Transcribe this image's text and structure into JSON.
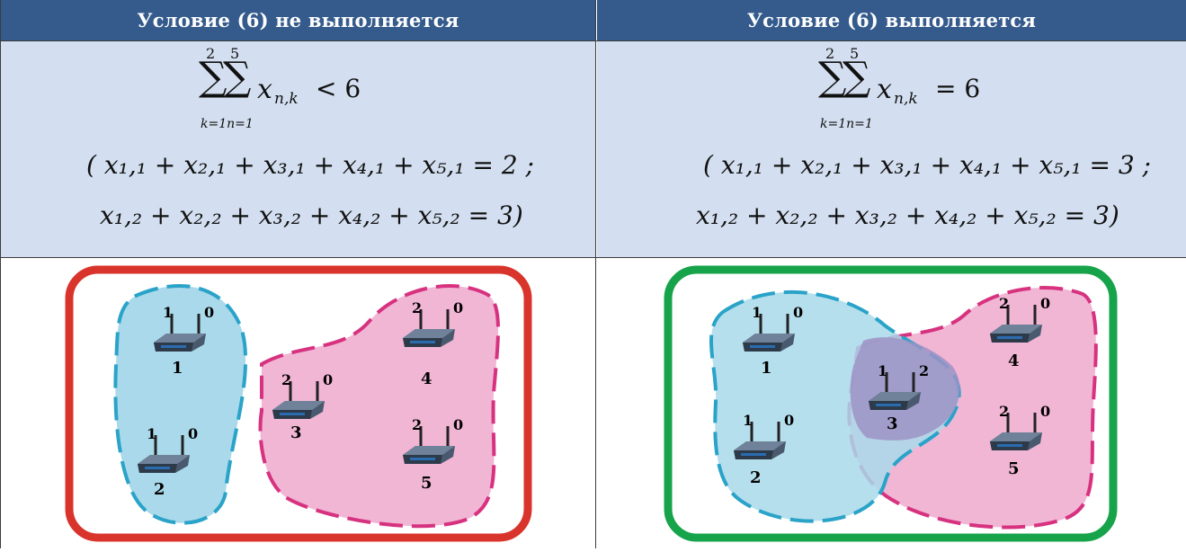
{
  "headers": {
    "left": "Условие (6) не выполняется",
    "right": "Условие (6) выполняется"
  },
  "left": {
    "sum_top_outer": "2",
    "sum_top_inner": "5",
    "sum_bottom": "k=1n=1",
    "sum_expr": "x",
    "sum_sub": "n,k",
    "relation": "< 6",
    "line1": "( x₁,₁ + x₂,₁ + x₃,₁ + x₄,₁ + x₅,₁ = 2 ;",
    "line2": "x₁,₂ + x₂,₂ + x₃,₂ + x₄,₂ + x₅,₂ = 3)"
  },
  "right": {
    "sum_top_outer": "2",
    "sum_top_inner": "5",
    "sum_bottom": "k=1n=1",
    "sum_expr": "x",
    "sum_sub": "n,k",
    "relation": "= 6",
    "line1": "( x₁,₁ + x₂,₁ + x₃,₁ + x₄,₁ + x₅,₁ = 3 ;",
    "line2": "x₁,₂ + x₂,₂ + x₃,₂ + x₄,₂ + x₅,₂ = 3)"
  },
  "diagram_left": {
    "frame_color": "#d9342b",
    "group1_color": "#2aa3c9",
    "group2_color": "#d7327f",
    "nodes": [
      {
        "id": "1",
        "left_label": "1",
        "right_label": "0"
      },
      {
        "id": "2",
        "left_label": "1",
        "right_label": "0"
      },
      {
        "id": "3",
        "left_label": "2",
        "right_label": "0"
      },
      {
        "id": "4",
        "left_label": "2",
        "right_label": "0"
      },
      {
        "id": "5",
        "left_label": "2",
        "right_label": "0"
      }
    ]
  },
  "diagram_right": {
    "frame_color": "#16a34a",
    "group1_color": "#2aa3c9",
    "group2_color": "#d7327f",
    "nodes": [
      {
        "id": "1",
        "left_label": "1",
        "right_label": "0"
      },
      {
        "id": "2",
        "left_label": "1",
        "right_label": "0"
      },
      {
        "id": "3",
        "left_label": "1",
        "right_label": "2"
      },
      {
        "id": "4",
        "left_label": "2",
        "right_label": "0"
      },
      {
        "id": "5",
        "left_label": "2",
        "right_label": "0"
      }
    ]
  }
}
